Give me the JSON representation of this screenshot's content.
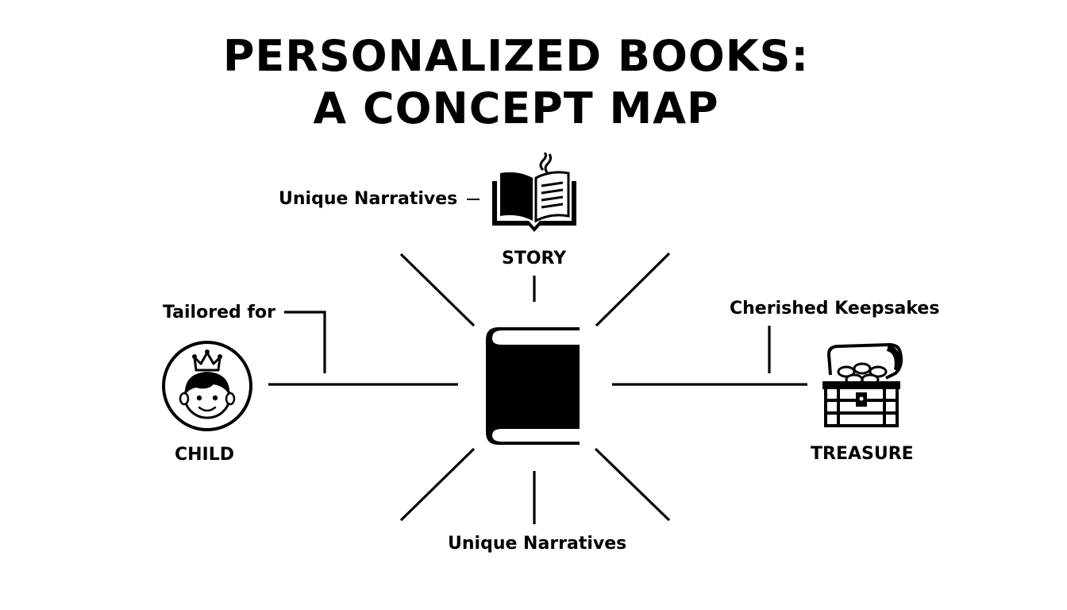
{
  "diagram": {
    "title": {
      "line1": "PERSONALIZED BOOKS:",
      "line2": "A CONCEPT MAP"
    },
    "center": {
      "icon": "closed-book-icon"
    },
    "nodes": {
      "story": {
        "label": "STORY",
        "icon": "open-book-icon",
        "annotation": "Unique Narratives"
      },
      "child": {
        "label": "CHILD",
        "icon": "child-face-with-crown-icon",
        "annotation": "Tailored for"
      },
      "treasure": {
        "label": "TREASURE",
        "icon": "treasure-chest-icon",
        "annotation": "Cherished Keepsakes"
      },
      "bottom": {
        "label": "Unique Narratives"
      }
    },
    "colors": {
      "ink": "#000000",
      "background": "#ffffff"
    }
  }
}
